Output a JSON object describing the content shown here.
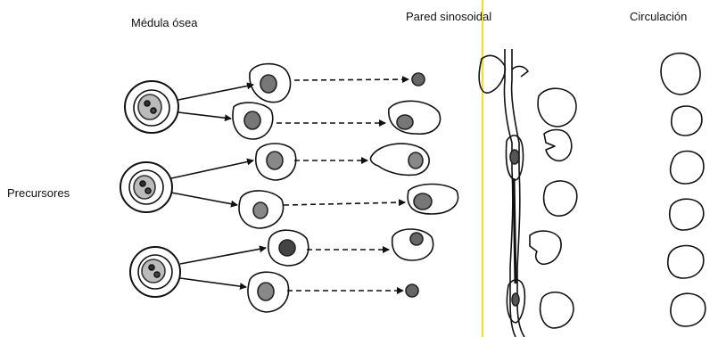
{
  "labels": {
    "medula_osea": "Médula ósea",
    "pared_sinusoidal": "Pared sinosoidal",
    "circulacion": "Circulación",
    "precursores": "Precursores"
  },
  "colors": {
    "ink": "#111111",
    "divider": "#f2e21a"
  }
}
